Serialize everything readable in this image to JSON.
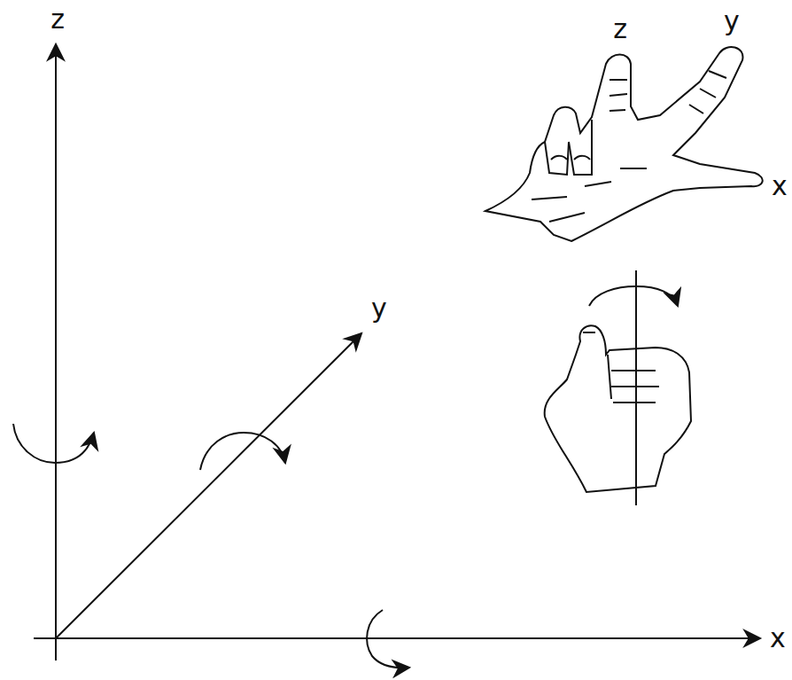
{
  "diagram": {
    "labels": [
      "z",
      "z",
      "y",
      "x",
      "y",
      "x"
    ]
  }
}
